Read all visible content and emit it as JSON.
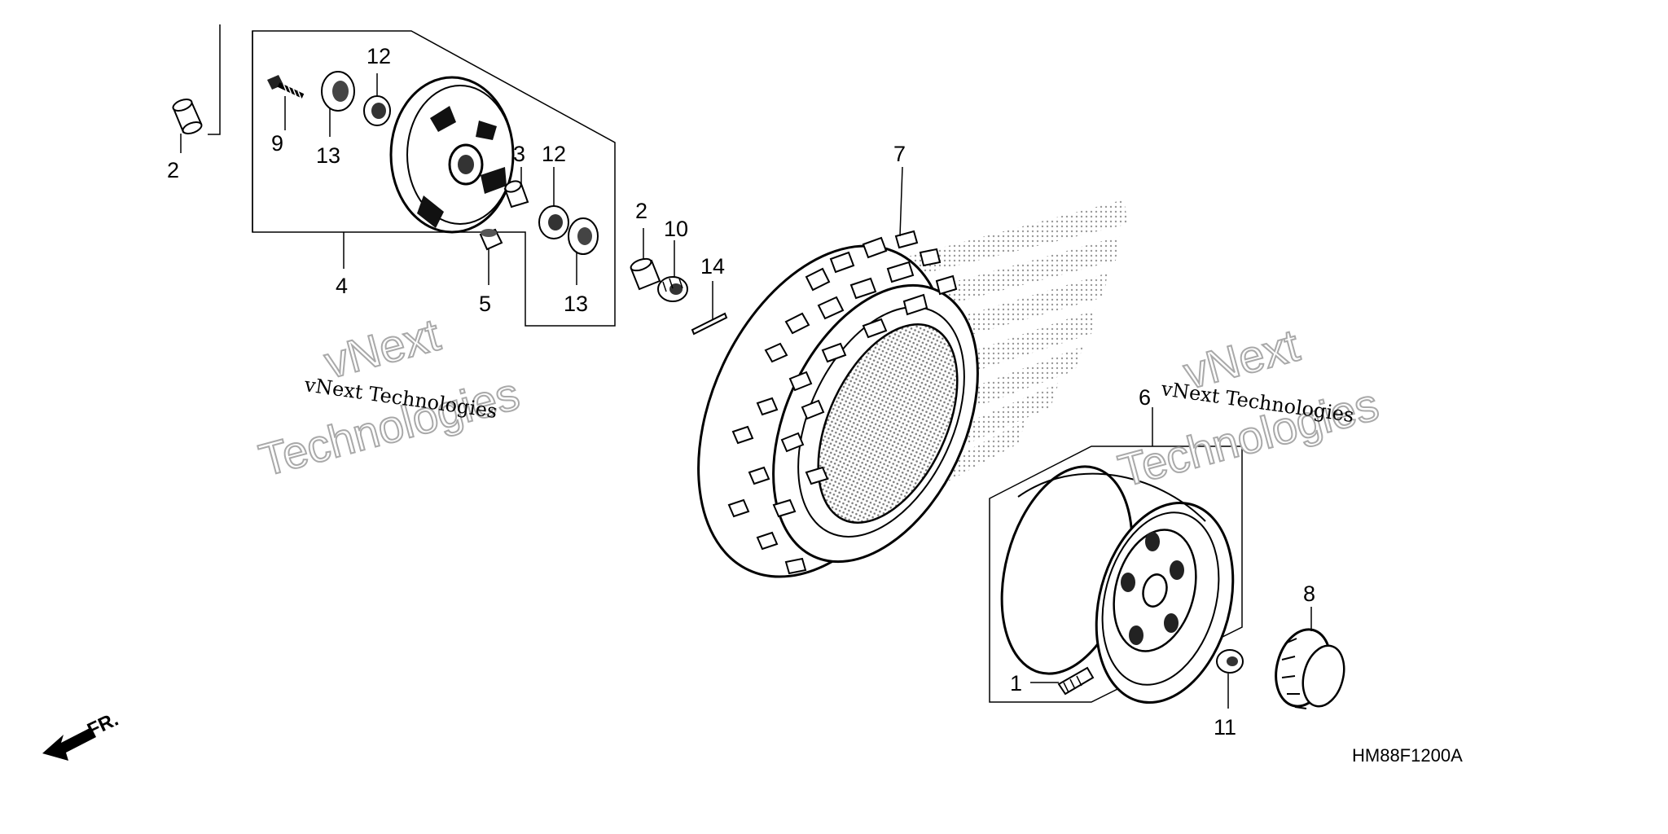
{
  "diagram": {
    "drawing_code": "HM88F1200A",
    "direction_label": "FR.",
    "watermark": {
      "caption": "vNext Technologies",
      "logo_line1": "vNext",
      "logo_line2": "Technologies"
    },
    "callouts": {
      "c1": "1",
      "c2a": "2",
      "c2b": "2",
      "c3": "3",
      "c4": "4",
      "c5": "5",
      "c6": "6",
      "c7": "7",
      "c8": "8",
      "c9": "9",
      "c10": "10",
      "c11": "11",
      "c12a": "12",
      "c12b": "12",
      "c13a": "13",
      "c13b": "13",
      "c14": "14"
    }
  }
}
